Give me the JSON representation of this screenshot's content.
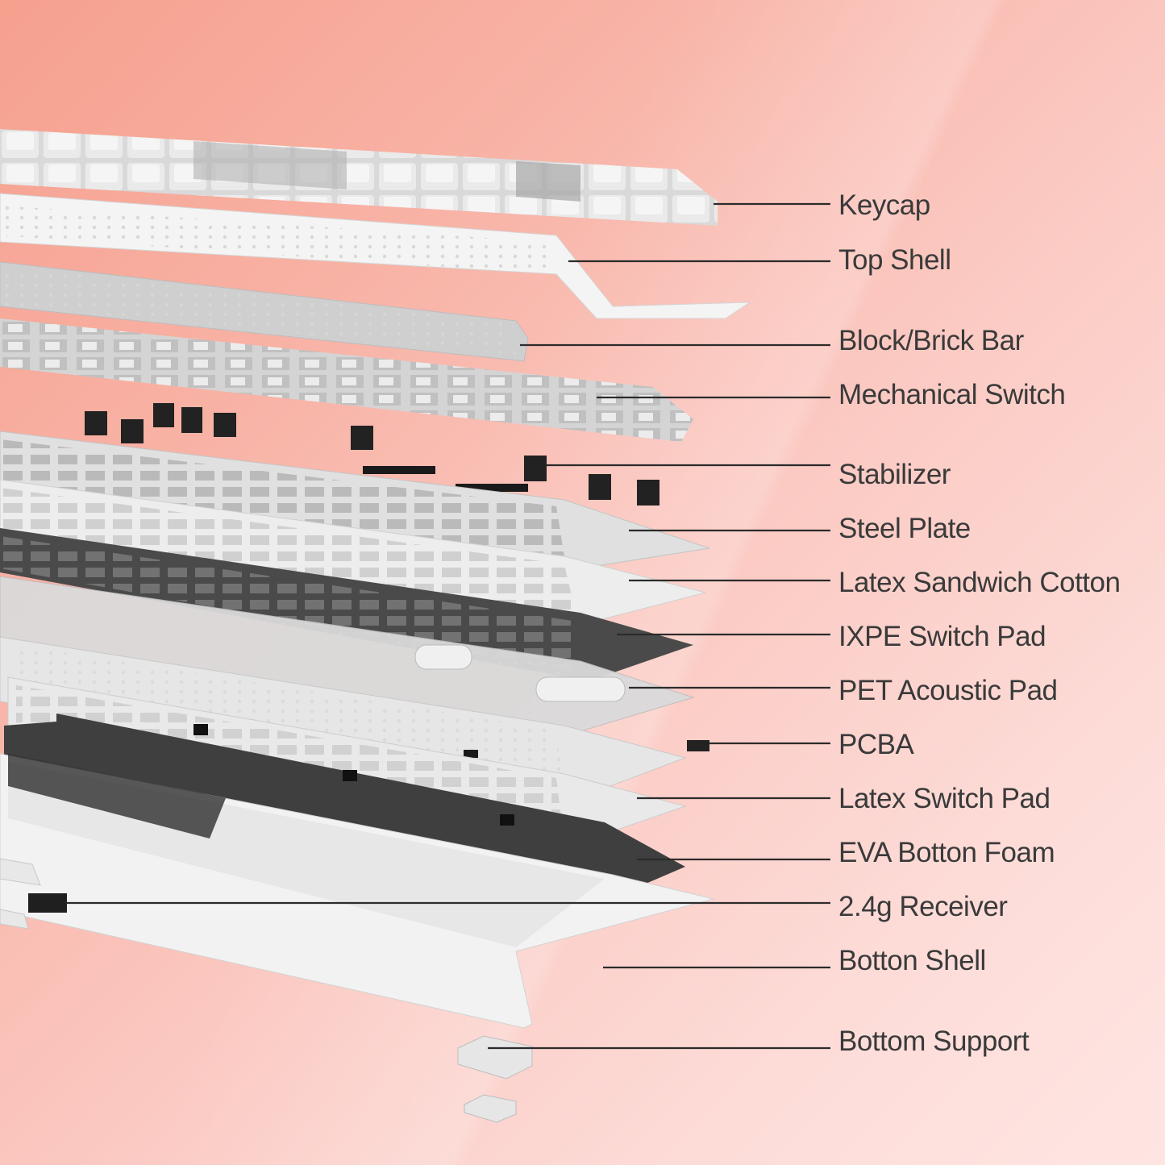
{
  "labels": [
    {
      "key": "keycap",
      "text": "Keycap"
    },
    {
      "key": "top_shell",
      "text": "Top Shell"
    },
    {
      "key": "brick_bar",
      "text": "Block/Brick Bar"
    },
    {
      "key": "mech_switch",
      "text": "Mechanical Switch"
    },
    {
      "key": "stabilizer",
      "text": "Stabilizer"
    },
    {
      "key": "steel_plate",
      "text": "Steel Plate"
    },
    {
      "key": "latex_cotton",
      "text": "Latex Sandwich Cotton"
    },
    {
      "key": "ixpe_pad",
      "text": "IXPE Switch Pad"
    },
    {
      "key": "pet_pad",
      "text": "PET Acoustic Pad"
    },
    {
      "key": "pcba",
      "text": "PCBA"
    },
    {
      "key": "latex_pad",
      "text": "Latex Switch Pad"
    },
    {
      "key": "eva_foam",
      "text": "EVA Botton Foam"
    },
    {
      "key": "receiver",
      "text": "2.4g Receiver"
    },
    {
      "key": "bottom_shell",
      "text": "Botton Shell"
    },
    {
      "key": "bottom_support",
      "text": "Bottom Support"
    }
  ],
  "colors": {
    "label_text": "#3a3a3a",
    "leader_line": "#2b2b2b",
    "keycap_light": "#e9e9e9",
    "keycap_dark": "#a9a9a9",
    "shell_white": "#f2f2f2",
    "foam_dark": "#3c3c3c",
    "plate_grey": "#cfcfcf"
  }
}
